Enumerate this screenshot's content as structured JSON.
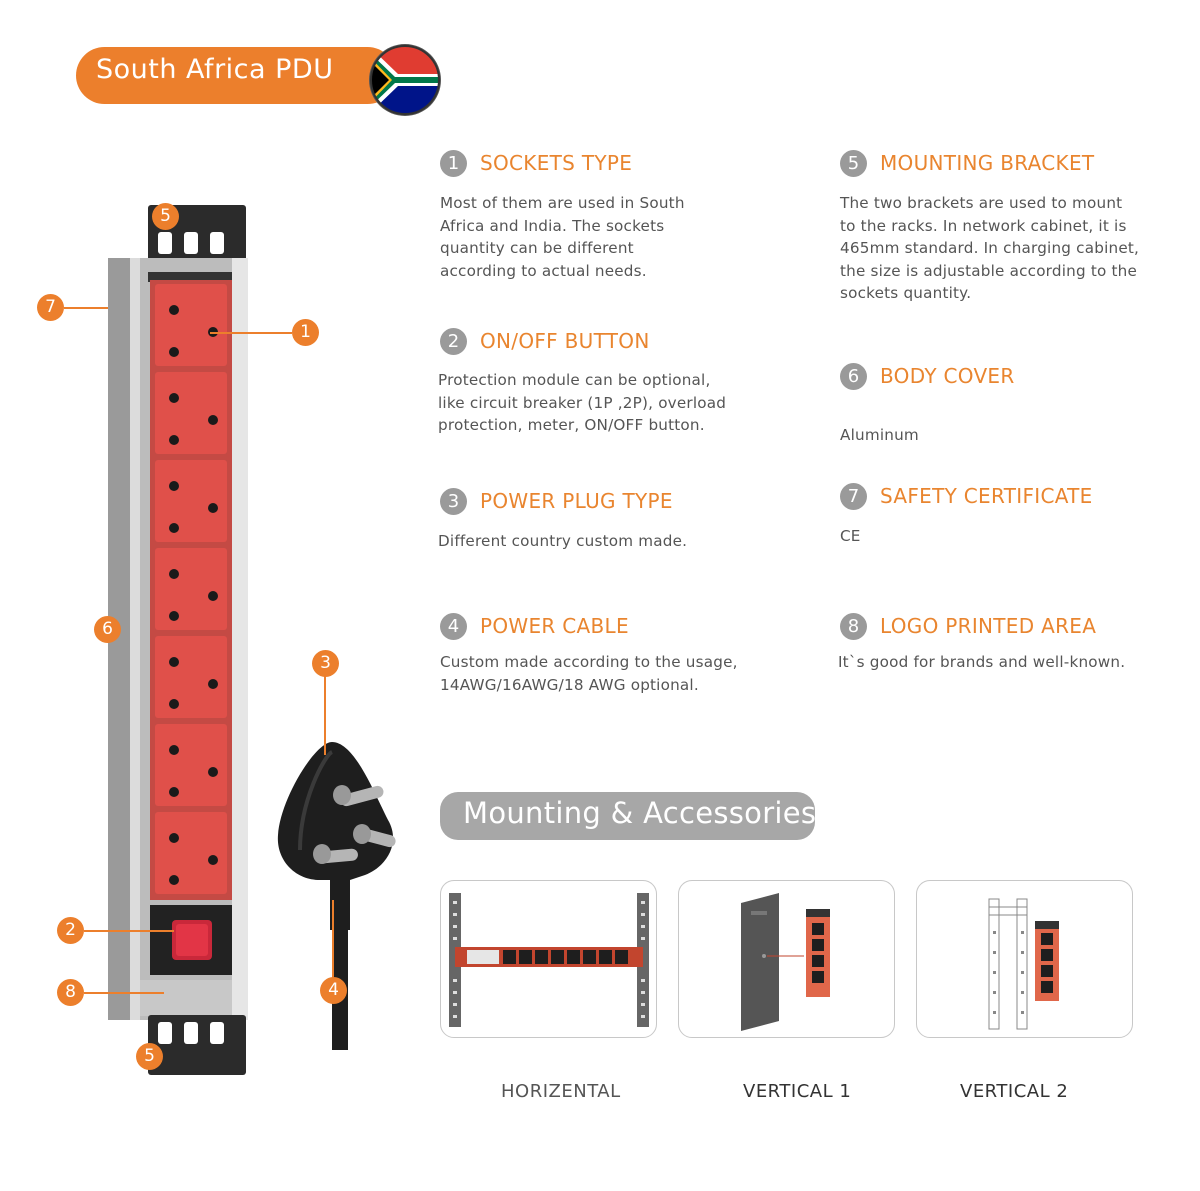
{
  "header": {
    "title": "South Africa PDU",
    "flag_icon": "south-africa-flag-icon"
  },
  "colors": {
    "accent": "#ec7f2c",
    "number_badge": "#9a9a9a",
    "socket_red": "#e0504a"
  },
  "features": [
    {
      "number": "1",
      "title": "SOCKETS TYPE",
      "lines": [
        "Most of them are used in South",
        "Africa and India. The sockets",
        "quantity can be different",
        "according to actual needs."
      ]
    },
    {
      "number": "2",
      "title": "ON/OFF BUTTON",
      "lines": [
        "Protection module can be optional,",
        "like circuit breaker (1P ,2P), overload",
        "protection, meter, ON/OFF button."
      ]
    },
    {
      "number": "3",
      "title": "POWER PLUG TYPE",
      "lines": [
        "Different country custom made."
      ]
    },
    {
      "number": "4",
      "title": "POWER CABLE",
      "lines": [
        "Custom made according to the usage,",
        "14AWG/16AWG/18 AWG optional."
      ]
    },
    {
      "number": "5",
      "title": "MOUNTING BRACKET",
      "lines": [
        "The two brackets are used to mount",
        "to the racks. In network cabinet, it is",
        "465mm standard. In charging cabinet,",
        "the size is adjustable according to the",
        "sockets quantity."
      ]
    },
    {
      "number": "6",
      "title": "BODY COVER",
      "lines": [
        "Aluminum"
      ]
    },
    {
      "number": "7",
      "title": "SAFETY CERTIFICATE",
      "lines": [
        "CE"
      ]
    },
    {
      "number": "8",
      "title": "LOGO PRINTED AREA",
      "lines": [
        "It`s good for brands and well-known."
      ]
    }
  ],
  "callouts": [
    "5",
    "7",
    "1",
    "6",
    "3",
    "2",
    "8",
    "4",
    "5"
  ],
  "mounting": {
    "title": "Mounting & Accessories",
    "items": [
      {
        "label": "HORIZENTAL"
      },
      {
        "label": "VERTICAL 1"
      },
      {
        "label": "VERTICAL 2"
      }
    ]
  }
}
